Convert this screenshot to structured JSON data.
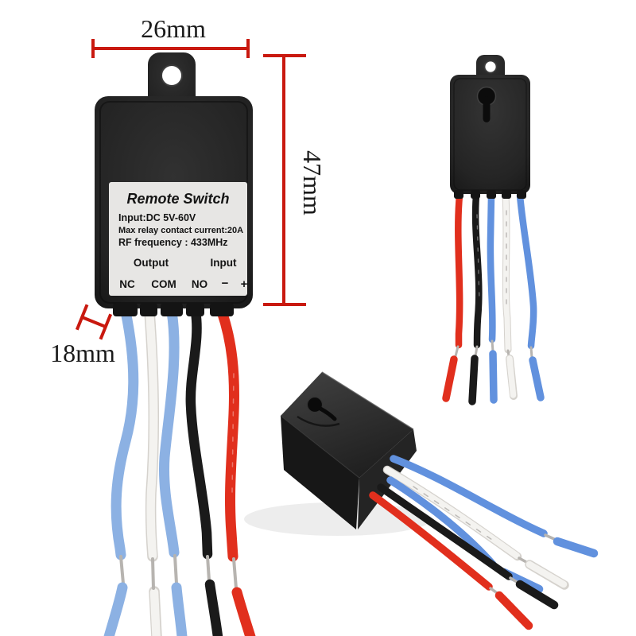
{
  "scene": {
    "background": "#ffffff",
    "subject": "433MHz remote switch relay module, three product views with dimension callouts"
  },
  "annotations": {
    "width": "26mm",
    "height": "47mm",
    "depth": "18mm",
    "line_color": "#c9190f",
    "text_color": "#1a1a1a"
  },
  "front_view": {
    "label": {
      "title": "Remote Switch",
      "specs": [
        "Input:DC 5V-60V",
        "Max relay contact current:20A",
        "RF frequency : 433MHz"
      ],
      "output_group": "Output",
      "input_group": "Input",
      "terminals": [
        "NC",
        "COM",
        "NO",
        "−",
        "+"
      ]
    },
    "wire_colors": [
      "light-blue",
      "white",
      "light-blue",
      "black",
      "red"
    ]
  },
  "back_view": {
    "wire_colors": [
      "red",
      "black",
      "blue",
      "white",
      "blue"
    ]
  },
  "perspective_view": {
    "wire_colors": [
      "blue",
      "white",
      "blue",
      "black",
      "red"
    ]
  },
  "palette": {
    "body": "#222222",
    "label_bg": "#e7e6e4",
    "label_text": "#141414",
    "wire_light_blue": "#8cb1e3",
    "wire_blue": "#6191de",
    "wire_white": "#f4f3f0",
    "wire_white_shade": "#d5d2cd",
    "wire_black": "#1a1a1a",
    "wire_red": "#e12f1d",
    "bare_metal": "#b7b4b0"
  }
}
